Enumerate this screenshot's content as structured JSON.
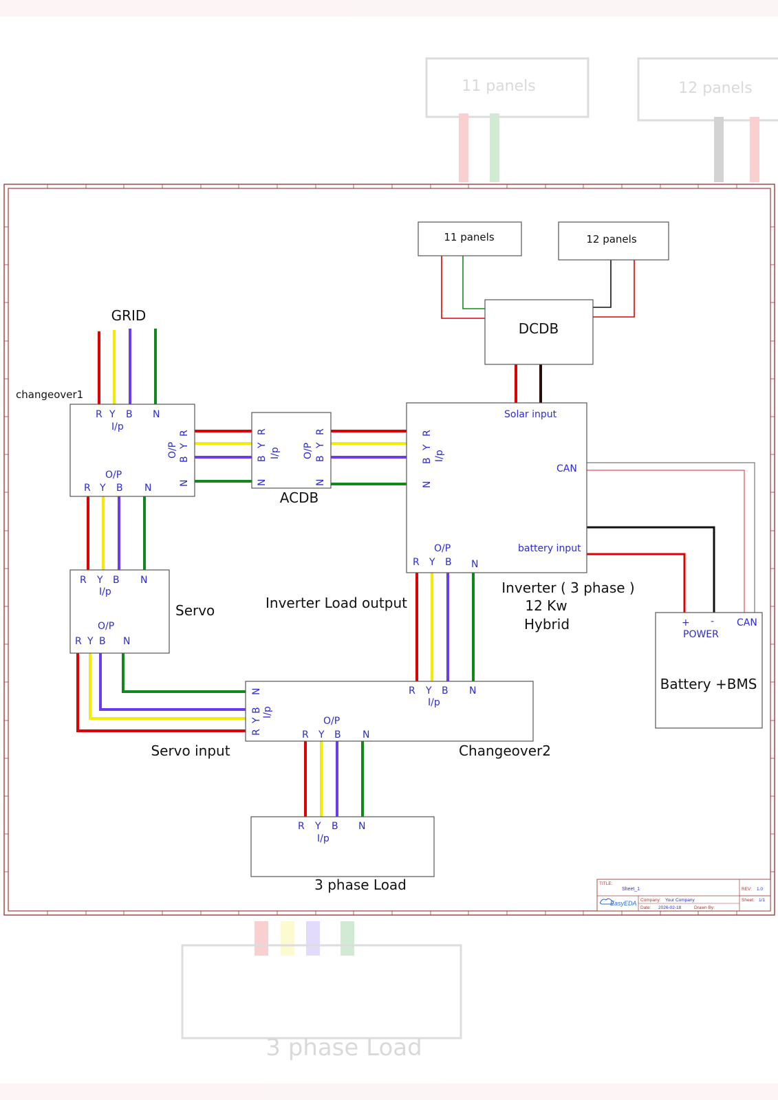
{
  "background": {
    "ghost_top_left_box": "11 panels",
    "ghost_top_right_box": "12 panels",
    "ghost_bottom_box": "3 phase Load"
  },
  "colors": {
    "R": "#e00000",
    "Y": "#f2ec00",
    "B": "#6a3cf0",
    "N": "#0f8a1a",
    "dc_neg": "#111111",
    "dc_black_brown": "#2a0c06",
    "border": "#a23a3a",
    "pin_text": "#2b2bd6"
  },
  "labels": {
    "grid": "GRID",
    "changeover1": "changeover1",
    "acdb": "ACDB",
    "servo": "Servo",
    "dcdb": "DCDB",
    "panels_11": "11 panels",
    "panels_12": "12 panels",
    "inverter_line1": "Inverter ( 3 phase )",
    "inverter_line2": "12 Kw",
    "inverter_line3": "Hybrid",
    "inverter_load_output": "Inverter Load output",
    "battery": "Battery +BMS",
    "servo_input": "Servo input",
    "changeover2": "Changeover2",
    "load": "3 phase Load"
  },
  "pins": {
    "R": "R",
    "Y": "Y",
    "B": "B",
    "N": "N",
    "ip": "I/p",
    "op": "O/P",
    "solar_input": "Solar input",
    "can": "CAN",
    "battery_input": "battery input",
    "plus": "+",
    "minus": "-",
    "power": "POWER"
  },
  "title_block": {
    "title_label": "TITLE:",
    "title_value": "Sheet_1",
    "rev_label": "REV:",
    "rev_value": "1.0",
    "company_label": "Company:",
    "company_value": "Your Company",
    "sheet_label": "Sheet:",
    "sheet_value": "1/1",
    "date_label": "Date:",
    "date_value": "2026-02-18",
    "drawn_label": "Drawn By:",
    "logo_text": "EasyEDA"
  }
}
